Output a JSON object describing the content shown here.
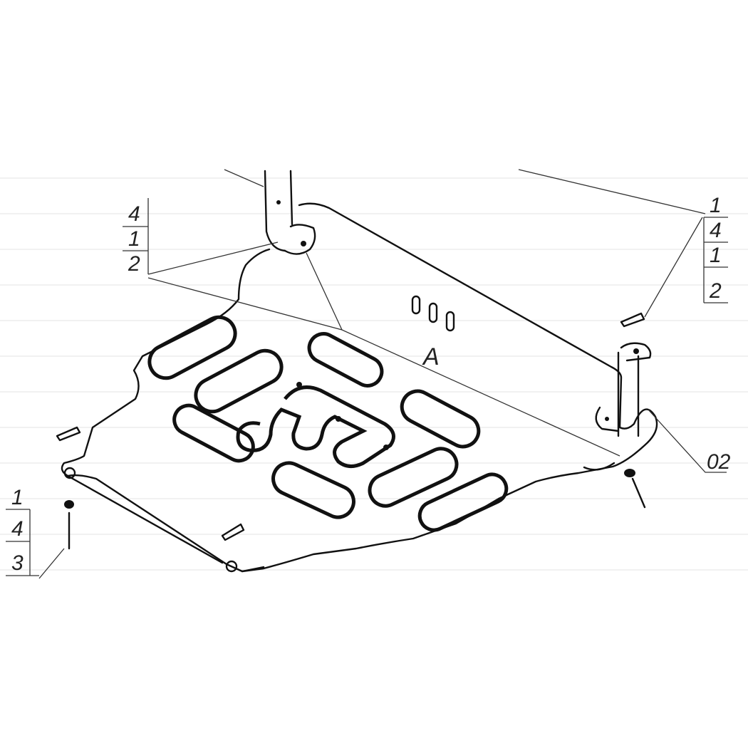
{
  "callouts": {
    "left_upper": [
      "4",
      "1",
      "2"
    ],
    "right_upper": [
      "1",
      "4",
      "1",
      "2"
    ],
    "left_lower": [
      "1",
      "4",
      "3"
    ],
    "right_lower": "02",
    "center": "A"
  }
}
